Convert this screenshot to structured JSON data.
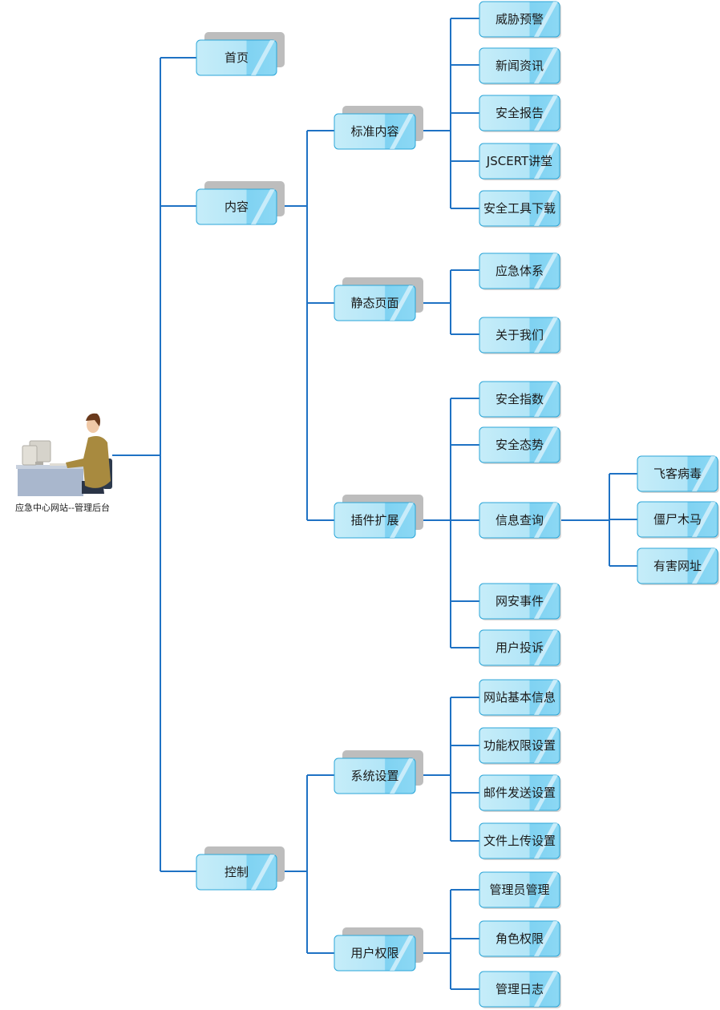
{
  "root": {
    "label": "应急中心网站--管理后台"
  },
  "nodes": {
    "home": "首页",
    "content": "内容",
    "control": "控制",
    "standard_content": "标准内容",
    "static_pages": "静态页面",
    "plugin_ext": "插件扩展",
    "system_settings": "系统设置",
    "user_permissions": "用户权限",
    "threat_warning": "威胁预警",
    "news": "新闻资讯",
    "security_report": "安全报告",
    "jscert_lecture": "JSCERT讲堂",
    "security_tools": "安全工具下载",
    "emergency_system": "应急体系",
    "about_us": "关于我们",
    "security_index": "安全指数",
    "security_situation": "安全态势",
    "info_query": "信息查询",
    "cyber_events": "网安事件",
    "user_complaints": "用户投诉",
    "site_basic_info": "网站基本信息",
    "function_permissions": "功能权限设置",
    "mail_settings": "邮件发送设置",
    "upload_settings": "文件上传设置",
    "admin_management": "管理员管理",
    "role_permissions": "角色权限",
    "admin_log": "管理日志",
    "hacker_virus": "飞客病毒",
    "zombie_trojan": "僵尸木马",
    "malicious_url": "有害网址"
  },
  "colors": {
    "connector": "#1f72c4",
    "node_fill_light": "#c3ecf9",
    "node_fill_dark": "#7dd3f3",
    "node_stroke": "#2ca6d8",
    "shadow": "#bdbdbd"
  }
}
